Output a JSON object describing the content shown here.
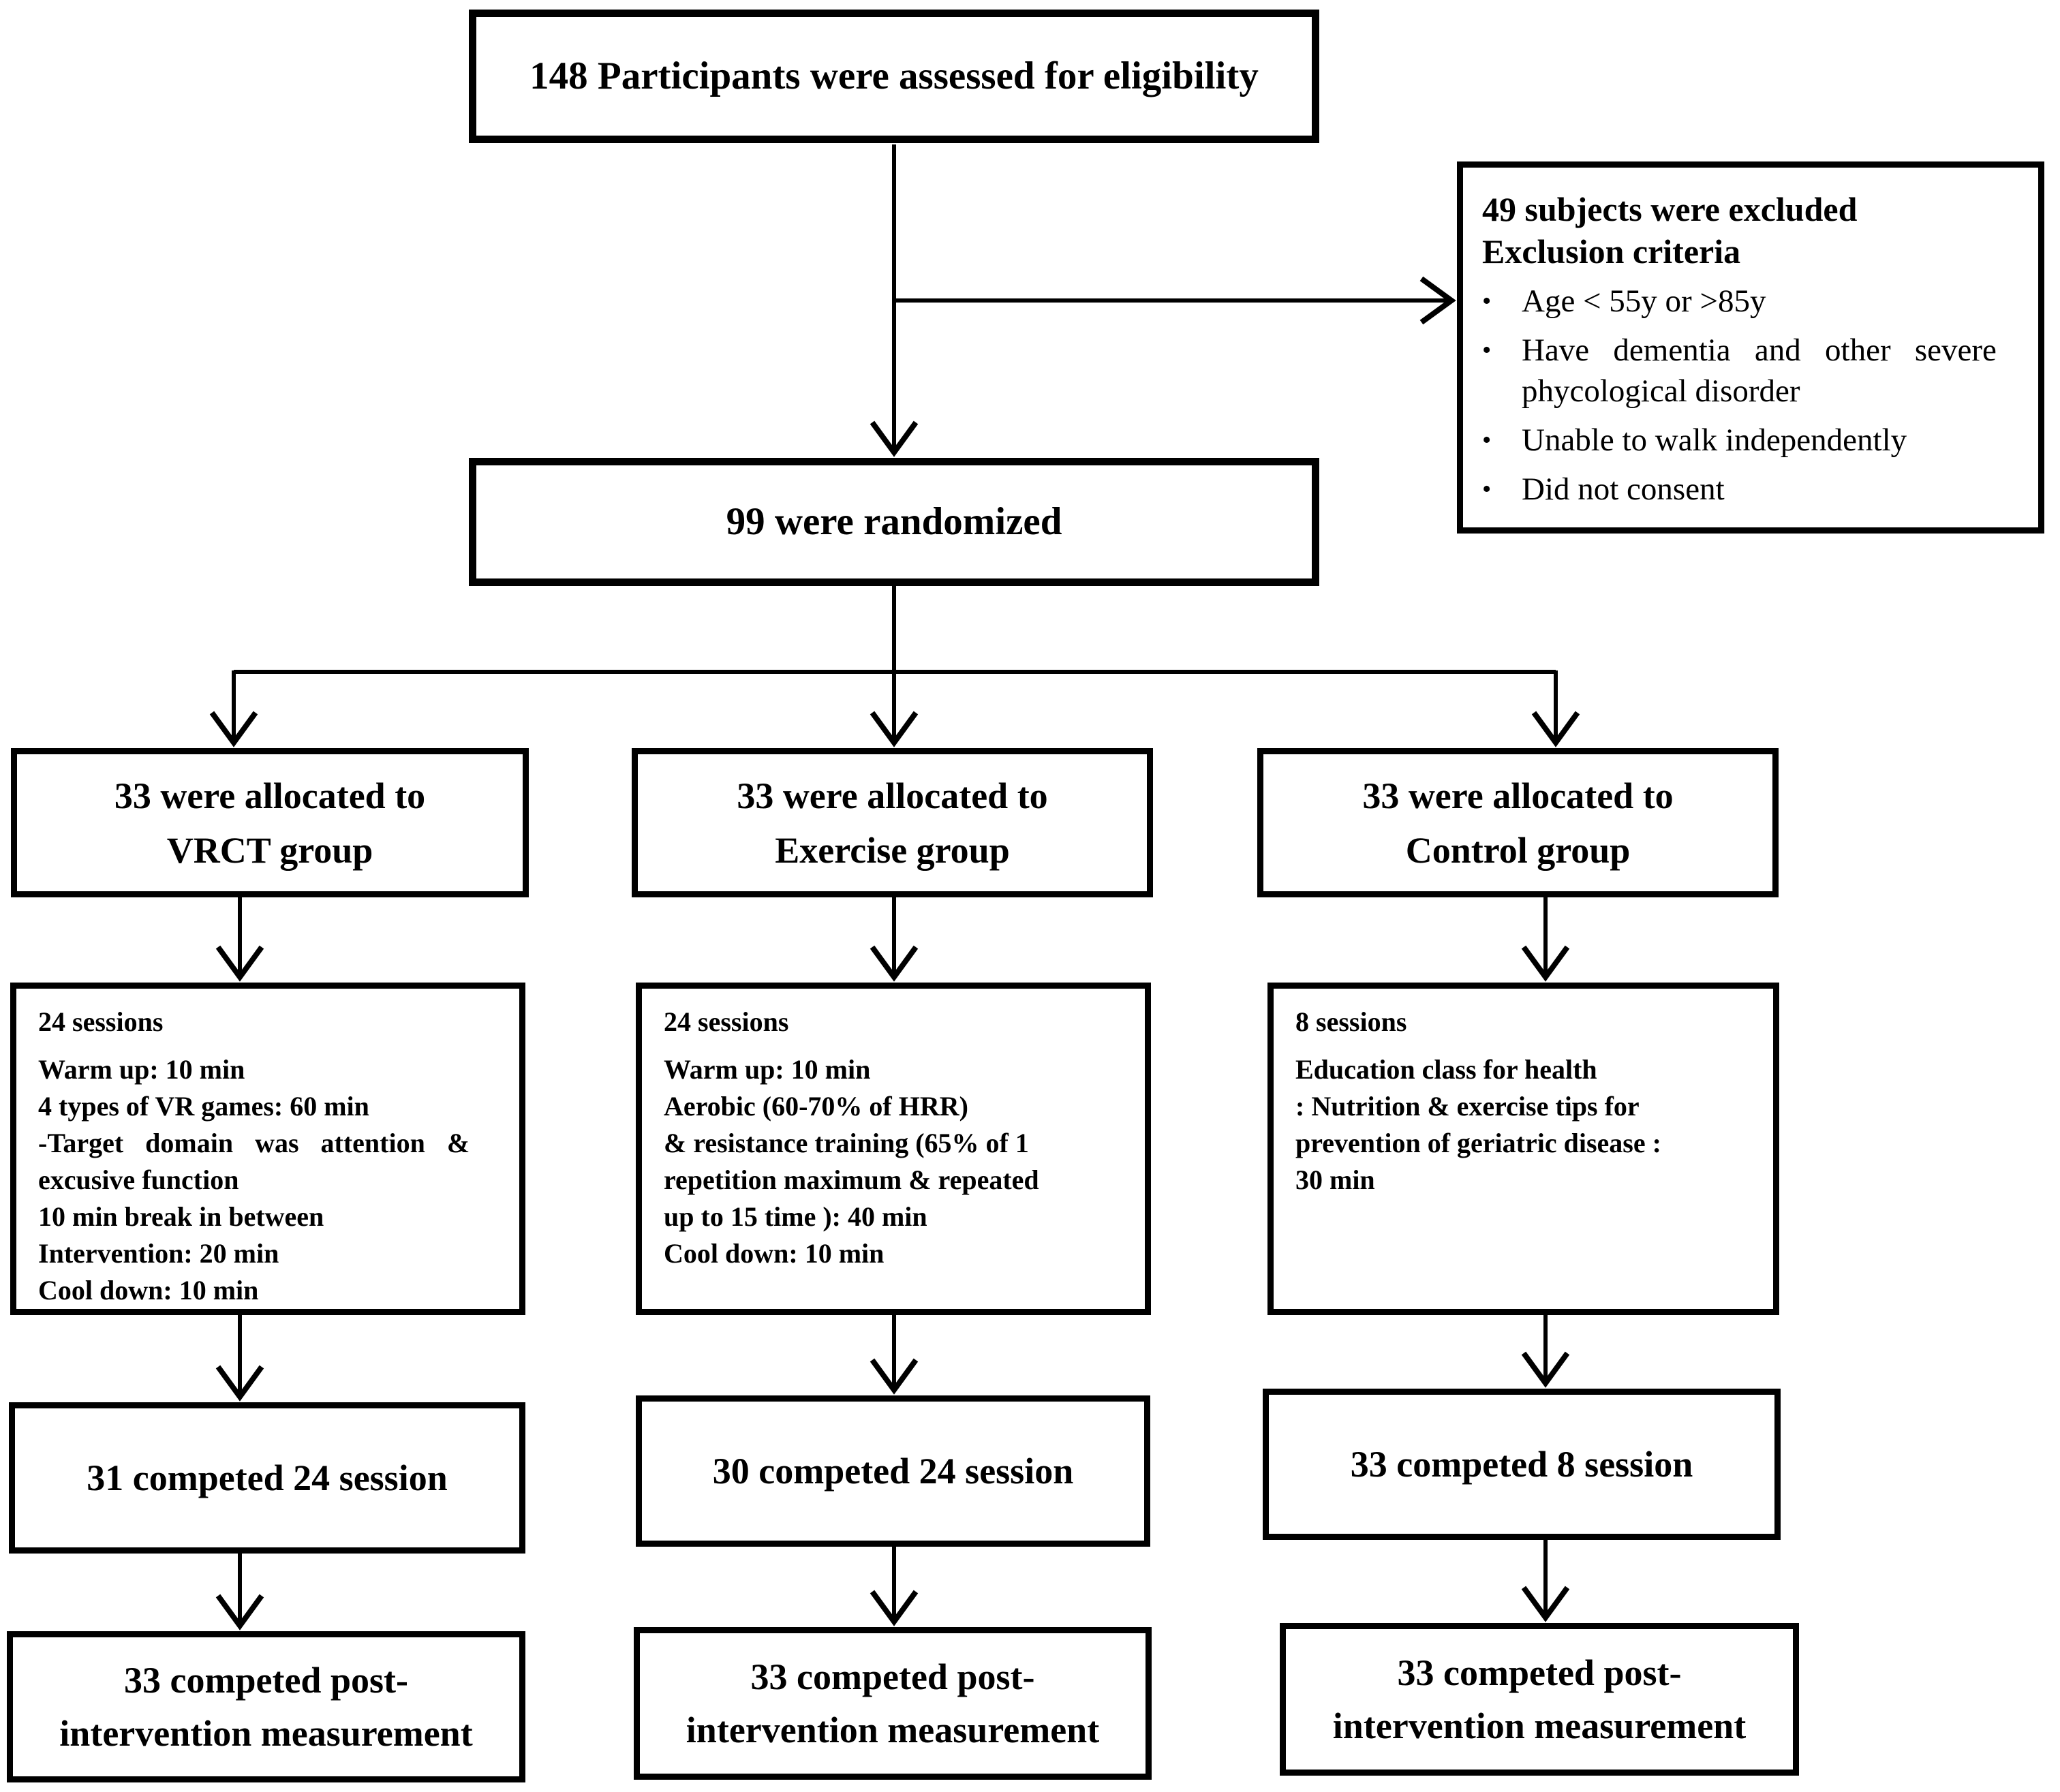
{
  "flowchart": {
    "assessed_box": {
      "text": "148 Participants were assessed for eligibility"
    },
    "exclusion_box": {
      "title": "49 subjects were excluded",
      "subtitle": "Exclusion criteria",
      "bullet_1": "Age < 55y or >85y",
      "bullet_2_line_1": "Have dementia and other severe",
      "bullet_2_line_2": "phycological disorder",
      "bullet_3": "Unable to walk independently",
      "bullet_4": "Did not consent"
    },
    "randomized_box": {
      "text": "99 were randomized"
    },
    "columns": [
      {
        "group": "VRCT",
        "allocation_line_1": "33 were allocated to",
        "allocation_line_2": "VRCT group",
        "session_lines": [
          "24 sessions",
          "Warm up: 10 min",
          "4 types of VR games: 60 min",
          "-Target domain was attention &",
          "excusive function",
          "10 min break in between",
          "Intervention: 20 min",
          "Cool down: 10 min"
        ],
        "completed_text": "31 competed 24 session",
        "post_line_1": "33 competed post-",
        "post_line_2": "intervention measurement"
      },
      {
        "group": "Exercise",
        "allocation_line_1": "33 were allocated to",
        "allocation_line_2": "Exercise group",
        "session_lines": [
          "24 sessions",
          "Warm up: 10 min",
          "Aerobic (60-70% of HRR)",
          "& resistance training (65% of 1",
          "repetition maximum & repeated",
          "up to 15 time ): 40 min",
          "Cool down: 10 min"
        ],
        "completed_text": "30 competed 24 session",
        "post_line_1": "33 competed post-",
        "post_line_2": "intervention measurement"
      },
      {
        "group": "Control",
        "allocation_line_1": "33 were allocated to",
        "allocation_line_2": "Control group",
        "session_lines": [
          "8 sessions",
          "Education class for health",
          " : Nutrition & exercise tips for",
          "prevention of geriatric disease :",
          "30 min"
        ],
        "completed_text": "33 competed 8 session",
        "post_line_1": "33 competed post-",
        "post_line_2": "intervention measurement"
      }
    ]
  }
}
